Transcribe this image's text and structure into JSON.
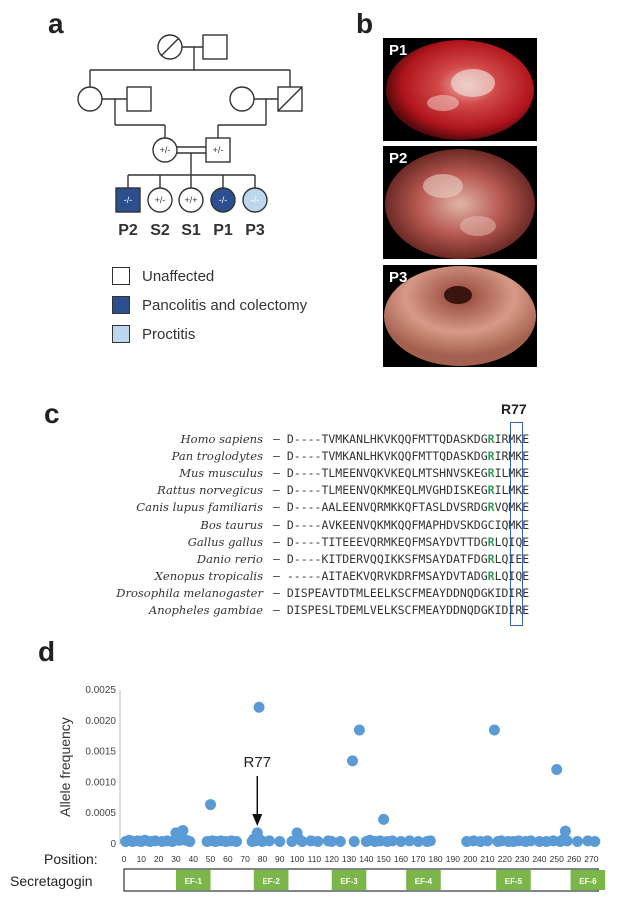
{
  "panels": {
    "a": "a",
    "b": "b",
    "c": "c",
    "d": "d"
  },
  "pedigree": {
    "genotypes": {
      "mother": "+/-",
      "father": "+/-",
      "p2": "-/-",
      "s2": "+/-",
      "s1": "+/+",
      "p1": "-/-",
      "p3": "-/-"
    },
    "labels": [
      "P2",
      "S2",
      "S1",
      "P1",
      "P3"
    ]
  },
  "legend": [
    {
      "label": "Unaffected",
      "color": "#ffffff"
    },
    {
      "label": "Pancolitis and colectomy",
      "color": "#2b4f8f"
    },
    {
      "label": "Proctitis",
      "color": "#bcd7ee"
    }
  ],
  "endoscopy": [
    {
      "label": "P1"
    },
    {
      "label": "P2"
    },
    {
      "label": "P3"
    }
  ],
  "alignment": {
    "marker": "R77",
    "rows": [
      {
        "species": "Homo sapiens",
        "pre": "– D----TVMKANLHKVKQQFMTTQDASKDG",
        "res": "R",
        "post": "IRMKE",
        "highlight": true
      },
      {
        "species": "Pan troglodytes",
        "pre": "– D----TVMKANLHKVKQQFMTTQDASKDG",
        "res": "R",
        "post": "IRMKE",
        "highlight": true
      },
      {
        "species": "Mus musculus",
        "pre": "– D----TLMEENVQKVKEQLMTSHNVSKEG",
        "res": "R",
        "post": "ILMKE",
        "highlight": true
      },
      {
        "species": "Rattus norvegicus",
        "pre": "– D----TLMEENVQKMKEQLMVGHDISKEG",
        "res": "R",
        "post": "ILMKE",
        "highlight": true
      },
      {
        "species": "Canis lupus familiaris",
        "pre": "– D----AALEENVQRMKKQFTASLDVSRDG",
        "res": "R",
        "post": "VQMKE",
        "highlight": true
      },
      {
        "species": "Bos taurus",
        "pre": "– D----AVKEENVQKMKQQFMAPHDVSKDG",
        "res": "C",
        "post": "IQMKE",
        "highlight": false
      },
      {
        "species": "Gallus gallus",
        "pre": "– D----TITEEEVQRMKEQFMSAYDVTTDG",
        "res": "R",
        "post": "LQIQE",
        "highlight": true
      },
      {
        "species": "Danio rerio",
        "pre": "– D----KITDERVQQIKKSFMSAYDATFDG",
        "res": "R",
        "post": "LQIEE",
        "highlight": true
      },
      {
        "species": "Xenopus tropicalis",
        "pre": "– -----AITAEKVQRVKDRFMSAYDVTADG",
        "res": "R",
        "post": "LQIQE",
        "highlight": true
      },
      {
        "species": "Drosophila melanogaster",
        "pre": "– DISPEAVTDTMLEELKSCFMEAYDDNQDG",
        "res": "K",
        "post": "IDIRE",
        "highlight": false
      },
      {
        "species": "Anopheles gambiae",
        "pre": "– DISPESLTDEMLVELKSCFMEAYDDNQDG",
        "res": "K",
        "post": "IDIRE",
        "highlight": false
      }
    ]
  },
  "chart_data": {
    "type": "scatter",
    "title": "",
    "xlabel": "Position:",
    "ylabel": "Allele frequency",
    "xlim": [
      0,
      275
    ],
    "ylim": [
      0,
      0.0025
    ],
    "xticks": [
      0,
      10,
      20,
      30,
      40,
      50,
      60,
      70,
      80,
      90,
      100,
      110,
      120,
      130,
      140,
      150,
      160,
      170,
      180,
      190,
      200,
      210,
      220,
      230,
      240,
      250,
      260,
      270
    ],
    "yticks": [
      "0",
      "0.0005",
      "0.0010",
      "0.0015",
      "0.0020",
      "0.0025"
    ],
    "ytick_values": [
      0,
      0.0005,
      0.001,
      0.0015,
      0.002,
      0.0025
    ],
    "color": "#5b9bd5",
    "annotation": {
      "label": "R77",
      "x": 77
    },
    "points": [
      [
        1,
        4e-05
      ],
      [
        3,
        6e-05
      ],
      [
        5,
        4e-05
      ],
      [
        8,
        5e-05
      ],
      [
        10,
        4e-05
      ],
      [
        12,
        6e-05
      ],
      [
        15,
        4e-05
      ],
      [
        18,
        5e-05
      ],
      [
        22,
        4e-05
      ],
      [
        25,
        5e-05
      ],
      [
        28,
        4e-05
      ],
      [
        30,
        0.00018
      ],
      [
        31,
        0.0001
      ],
      [
        32,
        6e-05
      ],
      [
        33,
        0.0001
      ],
      [
        34,
        0.00022
      ],
      [
        36,
        6e-05
      ],
      [
        38,
        4e-05
      ],
      [
        48,
        4e-05
      ],
      [
        50,
        0.00064
      ],
      [
        51,
        5e-05
      ],
      [
        53,
        4e-05
      ],
      [
        56,
        5e-05
      ],
      [
        59,
        4e-05
      ],
      [
        62,
        5e-05
      ],
      [
        65,
        4e-05
      ],
      [
        74,
        4e-05
      ],
      [
        75,
        8e-05
      ],
      [
        76,
        5e-05
      ],
      [
        77,
        0.00018
      ],
      [
        78,
        0.00222
      ],
      [
        79,
        6e-05
      ],
      [
        80,
        4e-05
      ],
      [
        84,
        5e-05
      ],
      [
        90,
        4e-05
      ],
      [
        97,
        4e-05
      ],
      [
        100,
        0.00018
      ],
      [
        101,
        8e-05
      ],
      [
        103,
        4e-05
      ],
      [
        108,
        5e-05
      ],
      [
        112,
        4e-05
      ],
      [
        118,
        5e-05
      ],
      [
        120,
        4e-05
      ],
      [
        125,
        4e-05
      ],
      [
        132,
        0.00135
      ],
      [
        133,
        4e-05
      ],
      [
        136,
        0.00185
      ],
      [
        140,
        4e-05
      ],
      [
        142,
        6e-05
      ],
      [
        145,
        4e-05
      ],
      [
        148,
        5e-05
      ],
      [
        150,
        0.0004
      ],
      [
        152,
        4e-05
      ],
      [
        155,
        5e-05
      ],
      [
        160,
        4e-05
      ],
      [
        165,
        5e-05
      ],
      [
        170,
        4e-05
      ],
      [
        175,
        4e-05
      ],
      [
        177,
        5e-05
      ],
      [
        198,
        4e-05
      ],
      [
        202,
        5e-05
      ],
      [
        206,
        4e-05
      ],
      [
        210,
        5e-05
      ],
      [
        214,
        0.00185
      ],
      [
        216,
        4e-05
      ],
      [
        218,
        5e-05
      ],
      [
        222,
        4e-05
      ],
      [
        225,
        4e-05
      ],
      [
        228,
        5e-05
      ],
      [
        232,
        4e-05
      ],
      [
        235,
        5e-05
      ],
      [
        240,
        4e-05
      ],
      [
        244,
        4e-05
      ],
      [
        248,
        5e-05
      ],
      [
        250,
        0.00121
      ],
      [
        252,
        4e-05
      ],
      [
        254,
        8e-05
      ],
      [
        255,
        0.00021
      ],
      [
        256,
        5e-05
      ],
      [
        262,
        4e-05
      ],
      [
        268,
        5e-05
      ],
      [
        272,
        4e-05
      ]
    ]
  },
  "secretagogin": {
    "label": "Secretagogin",
    "domains": [
      {
        "label": "EF-1",
        "start": 30,
        "end": 50
      },
      {
        "label": "EF-2",
        "start": 75,
        "end": 95
      },
      {
        "label": "EF-3",
        "start": 120,
        "end": 140
      },
      {
        "label": "EF-4",
        "start": 163,
        "end": 183
      },
      {
        "label": "EF-5",
        "start": 215,
        "end": 235
      },
      {
        "label": "EF-6",
        "start": 258,
        "end": 278
      }
    ]
  }
}
